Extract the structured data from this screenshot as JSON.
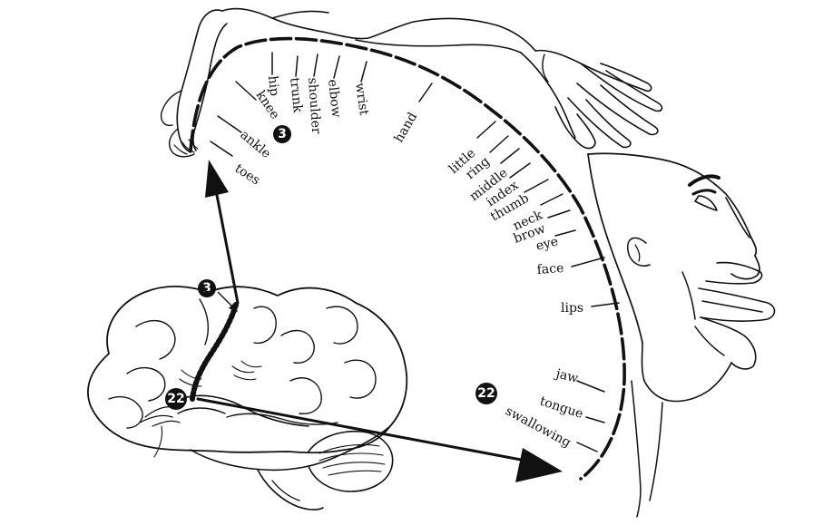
{
  "labels": {
    "toes": "toes",
    "ankle": "ankle",
    "knee": "knee",
    "hip": "hip",
    "trunk": "trunk",
    "shoulder": "shoulder",
    "elbow": "elbow",
    "wrist": "wrist",
    "hand": "hand",
    "little": "little",
    "ring": "ring",
    "middle": "middle",
    "index": "index",
    "thumb": "thumb",
    "neck": "neck",
    "brow": "brow",
    "eye": "eye",
    "face": "face",
    "lips": "lips",
    "jaw": "jaw",
    "tongue": "tongue",
    "swallowing": "swallowing"
  },
  "markers": {
    "top": "3",
    "bottom": "22"
  },
  "colors": {
    "ink": "#111111",
    "background": "#ffffff"
  }
}
